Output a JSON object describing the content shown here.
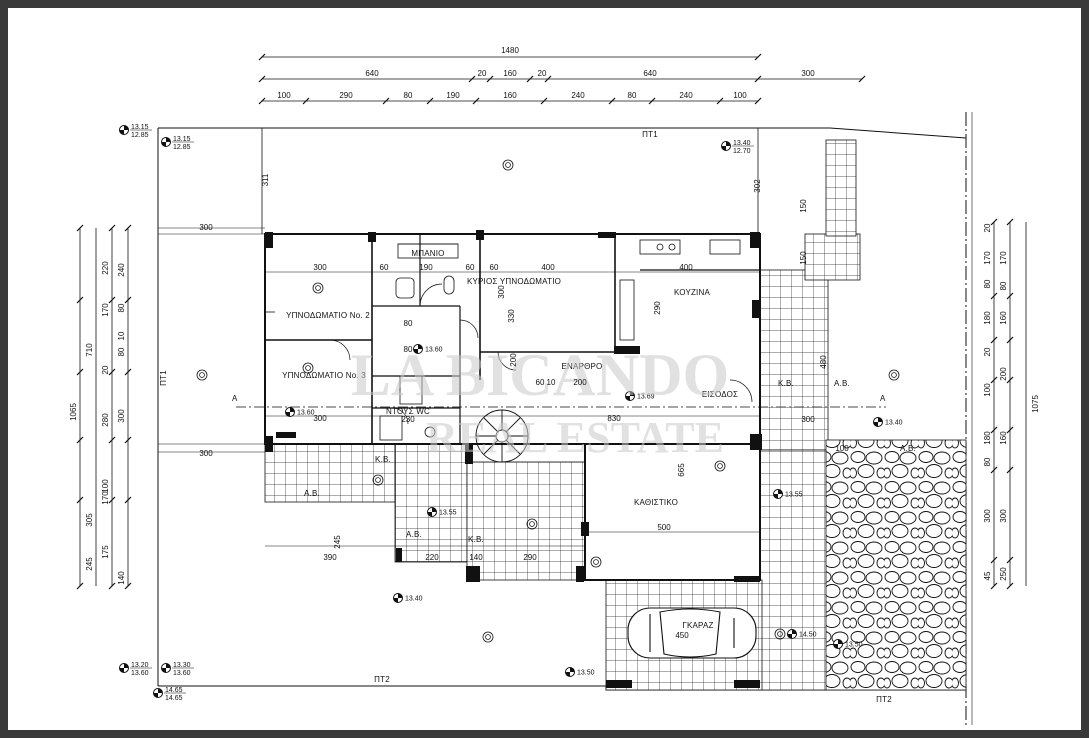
{
  "dims_top": {
    "overall": "1480",
    "row2": [
      "640",
      "20",
      "160",
      "20",
      "640",
      "300"
    ],
    "row3": [
      "100",
      "290",
      "80",
      "190",
      "160",
      "240",
      "80",
      "240",
      "100"
    ]
  },
  "dims_left": {
    "overall": "1065",
    "col2": [
      "710",
      "305",
      "245"
    ],
    "col3": [
      "220",
      "170",
      "20",
      "280",
      "100",
      "170",
      "175"
    ],
    "col4": [
      "240",
      "80",
      "10",
      "80",
      "300",
      "140"
    ]
  },
  "dims_right": {
    "overall": "1075",
    "col1": [
      "20",
      "170",
      "80",
      "180",
      "20",
      "100",
      "180",
      "80",
      "300",
      "45"
    ],
    "col2": [
      "170",
      "80",
      "160",
      "200",
      "160",
      "300",
      "250"
    ]
  },
  "dims_inner": [
    "300",
    "300",
    "300",
    "390",
    "300",
    "400",
    "400",
    "60",
    "190",
    "60",
    "80",
    "80",
    "60",
    "300",
    "200",
    "60",
    "10",
    "200",
    "230",
    "830",
    "300",
    "665",
    "500",
    "245",
    "220",
    "140",
    "290",
    "100",
    "150",
    "150",
    "480",
    "311",
    "302",
    "290",
    "330"
  ],
  "rooms": {
    "bathroom": "ΜΠΑΝΙΟ",
    "master_bedroom": "ΚΥΡΙΟΣ ΥΠΝΟΔΩΜΑΤΙΟ",
    "kitchen": "ΚΟΥΖΙΝΑ",
    "bedroom2": "ΥΠΝΟΔΩΜΑΤΙΟ No. 2",
    "bedroom3": "ΥΠΝΟΔΩΜΑΤΙΟ No. 3",
    "office": "ΕΝΑΡΘΡΟ",
    "entrance": "ΕΙΣΟΔΟΣ",
    "wc": "ΝΤΟΥΣ WC",
    "living": "ΚΑΘΙΣΤΙΚΟ",
    "garage": "ΓΚΑΡΑΖ",
    "kb1": "Κ.Β.",
    "kb2": "Κ.Β.",
    "kb3": "Κ.Β.",
    "ab1": "Α.Β.",
    "ab2": "Α.Β.",
    "ab3": "Α.Β.",
    "ab4": "Α.Β.",
    "pt1_top": "ΠΤ1",
    "pt1_left": "ΠΤ1",
    "pt2_bottom": "ΠΤ2",
    "pt2_right": "ΠΤ2",
    "garage_dim": "450"
  },
  "levels": {
    "tl_a": "13.15",
    "tl_b": "12.85",
    "tl2_a": "13.15",
    "tl2_b": "12.85",
    "tr_a": "13.40",
    "tr_b": "12.70",
    "c1": "13.60",
    "c2": "13.60",
    "c3": "13.69",
    "r1": "13.40",
    "m1": "13.55",
    "m2": "13.55",
    "b1": "13.40",
    "g1": "14.50",
    "g2": "13.50",
    "bl1_a": "13.20",
    "bl1_b": "13.60",
    "bl2_a": "13.30",
    "bl2_b": "13.60",
    "bl3_a": "14.65",
    "bl3_b": "14.65",
    "bm": "13.50"
  },
  "watermark": {
    "line1": "LA BICANDO",
    "line2": "REAL ESTATE"
  },
  "section_marks": [
    "A",
    "A"
  ]
}
